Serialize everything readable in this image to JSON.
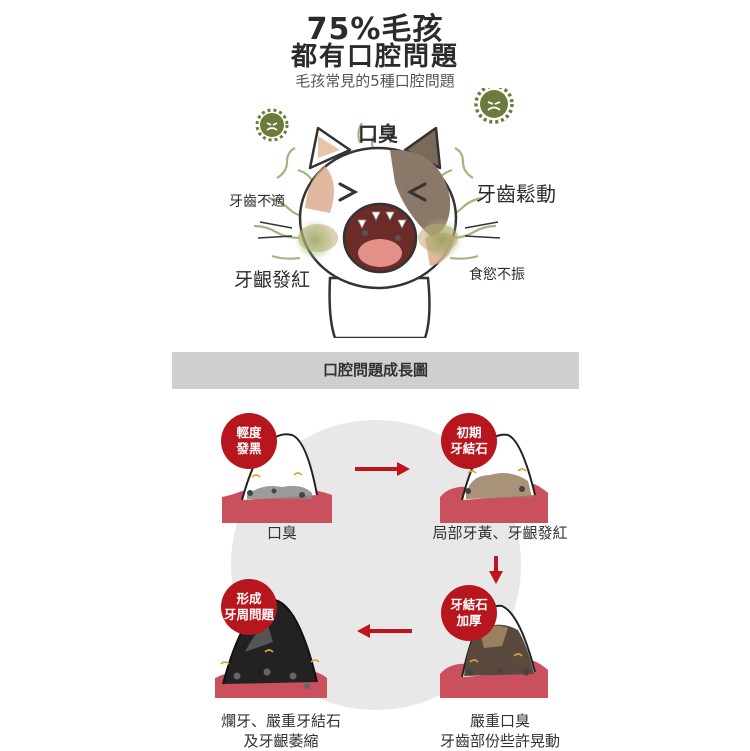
{
  "header": {
    "title_line1": "75%毛孩",
    "title_line2": "都有口腔問題",
    "subtitle": "毛孩常見的5種口腔問題"
  },
  "symptoms": {
    "bad_breath": "口臭",
    "tooth_discomfort": "牙齒不適",
    "loose_teeth": "牙齒鬆動",
    "red_gums": "牙齦發紅",
    "loss_of_appetite": "食慾不振"
  },
  "growth_chart": {
    "banner": "口腔問題成長圖",
    "stages": [
      {
        "badge": "輕度\n發黑",
        "label": "口臭"
      },
      {
        "badge": "初期\n牙結石",
        "label": "局部牙黃、牙齦發紅"
      },
      {
        "badge": "牙結石\n加厚",
        "label": "嚴重口臭\n牙齒部份些許晃動"
      },
      {
        "badge": "形成\n牙周問題",
        "label": "爛牙、嚴重牙結石\n及牙齦萎縮"
      }
    ]
  },
  "colors": {
    "badge_red": "#b7161e",
    "arrow_red": "#c0141c",
    "gum_pink": "#c9505c",
    "germ_green": "#6a7b3c",
    "banner_gray": "#cfcfcf"
  }
}
